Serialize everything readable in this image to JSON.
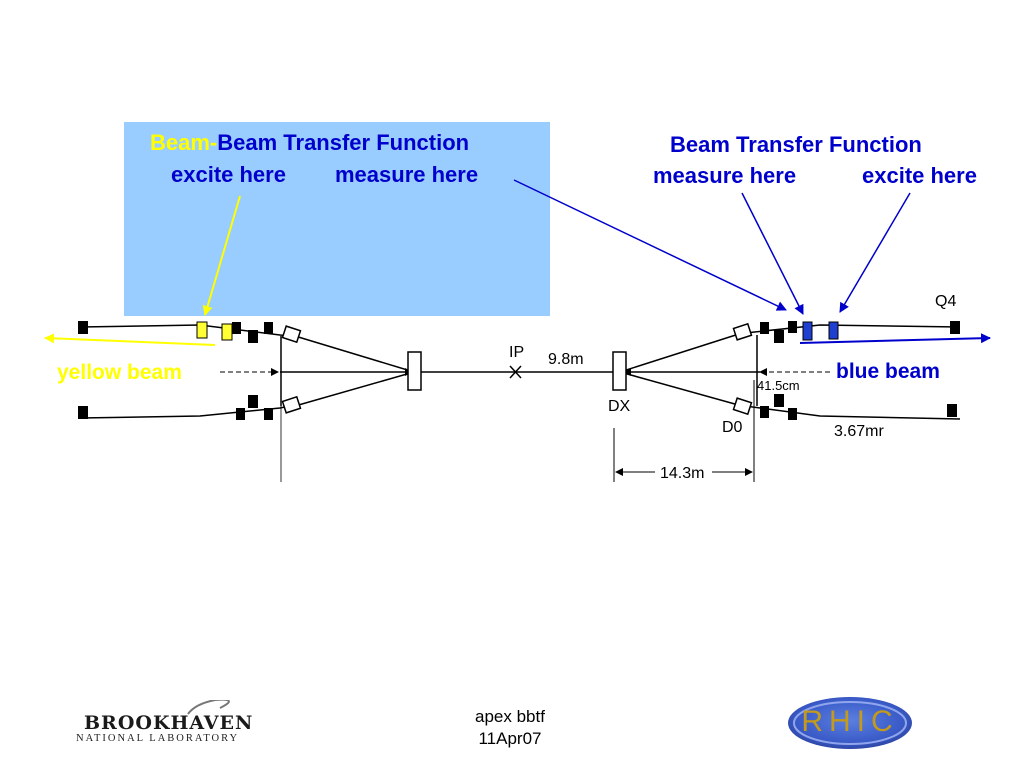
{
  "box_header": {
    "beam_prefix": "Beam-",
    "title": "Beam Transfer Function",
    "excite": "excite here",
    "measure": "measure here"
  },
  "right_header": {
    "title": "Beam Transfer Function",
    "measure": "measure here",
    "excite": "excite here"
  },
  "beams": {
    "yellow": "yellow beam",
    "blue": "blue beam"
  },
  "diagram_labels": {
    "ip": "IP",
    "ip_distance": "9.8m",
    "dx": "DX",
    "d0": "D0",
    "q4": "Q4",
    "d0_offset": "41.5cm",
    "crossing_angle": "3.67mr",
    "dx_to_d0": "14.3m"
  },
  "footer": {
    "line1": "apex bbtf",
    "line2": "11Apr07"
  },
  "logos": {
    "bnl_name": "BROOKHAVEN",
    "bnl_sub": "NATIONAL LABORATORY",
    "rhic": "RHIC"
  },
  "colors": {
    "accent_blue": "#0000cc",
    "yellow": "#ffff00",
    "kicker_yellow": "#ffff33",
    "kicker_blue": "#1f3fd1",
    "box_fill": "#99ccff"
  }
}
